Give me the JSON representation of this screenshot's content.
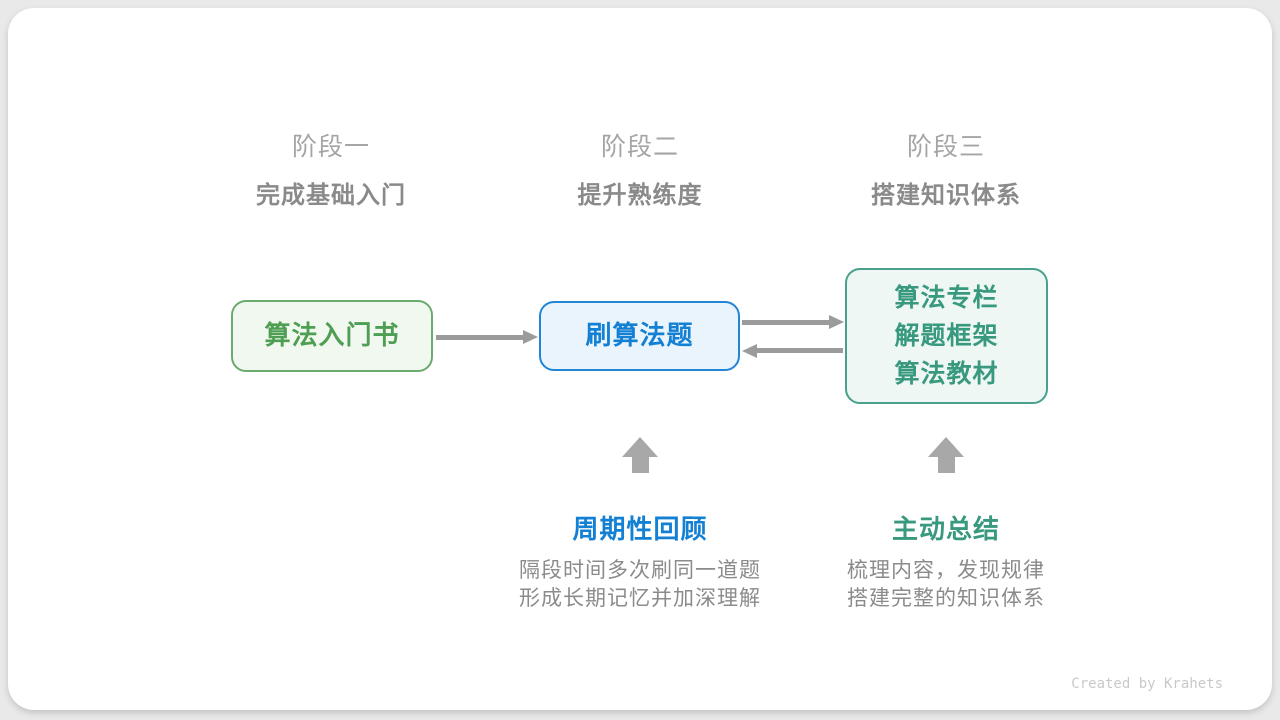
{
  "page": {
    "background_color": "#e9e9e9",
    "card_background_color": "#ffffff"
  },
  "stages": [
    {
      "label": "阶段一",
      "subtitle": "完成基础入门"
    },
    {
      "label": "阶段二",
      "subtitle": "提升熟练度"
    },
    {
      "label": "阶段三",
      "subtitle": "搭建知识体系"
    }
  ],
  "nodes": [
    {
      "lines": [
        "算法入门书"
      ],
      "text_color": "#4e9e54",
      "border_color": "#6bab70",
      "fill_color": "#f1f8ef"
    },
    {
      "lines": [
        "刷算法题"
      ],
      "text_color": "#1380d3",
      "border_color": "#2285d6",
      "fill_color": "#eaf4fd"
    },
    {
      "lines": [
        "算法专栏",
        "解题框架",
        "算法教材"
      ],
      "text_color": "#38997f",
      "border_color": "#47a18d",
      "fill_color": "#eef7f3"
    }
  ],
  "arrows": {
    "color": "#9b9b9b",
    "up_arrow_color": "#a8a8a8",
    "horizontal": [
      {
        "from": "算法入门书",
        "to": "刷算法题",
        "bidirectional": false
      },
      {
        "from": "刷算法题",
        "to": "算法专栏/解题框架/算法教材",
        "bidirectional": true
      }
    ]
  },
  "annotations": [
    {
      "title": "周期性回顾",
      "title_color": "#1380d3",
      "lines": [
        "隔段时间多次刷同一道题",
        "形成长期记忆并加深理解"
      ]
    },
    {
      "title": "主动总结",
      "title_color": "#38997f",
      "lines": [
        "梳理内容，发现规律",
        "搭建完整的知识体系"
      ]
    }
  ],
  "watermark": "Created by Krahets"
}
